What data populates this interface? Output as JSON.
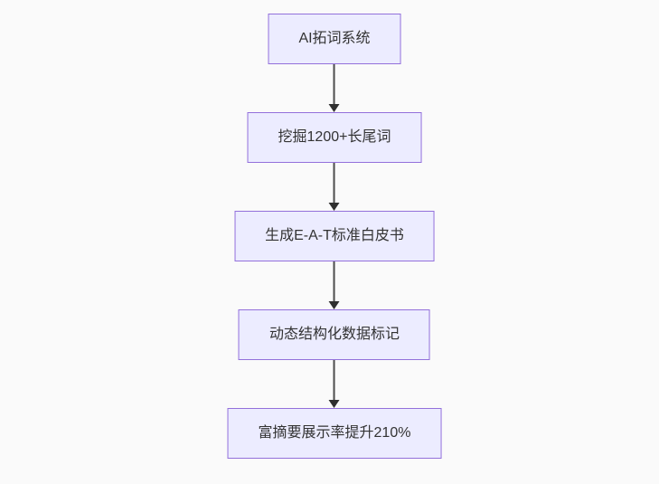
{
  "flowchart": {
    "type": "flowchart-top-down",
    "colors": {
      "background": "#fafafa",
      "node_fill": "#ECECFF",
      "node_border": "#9370DB",
      "node_text": "#333333",
      "edge_line": "#4d4d4d",
      "arrowhead": "#2f2f2f"
    },
    "nodes": [
      {
        "id": "node-1",
        "label": "AI拓词系统"
      },
      {
        "id": "node-2",
        "label": "挖掘1200+长尾词"
      },
      {
        "id": "node-3",
        "label": "生成E-A-T标准白皮书"
      },
      {
        "id": "node-4",
        "label": "动态结构化数据标记"
      },
      {
        "id": "node-5",
        "label": "富摘要展示率提升210%"
      }
    ],
    "edges": [
      {
        "from": "node-1",
        "to": "node-2"
      },
      {
        "from": "node-2",
        "to": "node-3"
      },
      {
        "from": "node-3",
        "to": "node-4"
      },
      {
        "from": "node-4",
        "to": "node-5"
      }
    ]
  }
}
